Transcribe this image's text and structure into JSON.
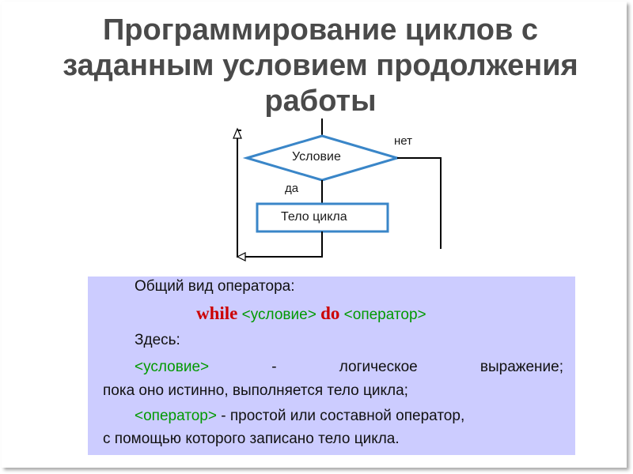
{
  "title": "Программирование циклов с\nзаданным условием продолжения\nработы",
  "flowchart": {
    "condition_label": "Условие",
    "yes_label": "да",
    "no_label": "нет",
    "body_label": "Тело цикла",
    "accent_color": "#3a86c8"
  },
  "panel": {
    "background": "#ccccff",
    "general_form_label": "Общий вид оператора:",
    "syntax": {
      "kw_while": "while",
      "condition": "<условие>",
      "kw_do": "do",
      "operator": "<оператор>"
    },
    "here_label": "Здесь:",
    "cond_desc": {
      "term": "<условие>",
      "dash": "-",
      "w1": "логическое",
      "w2": "выражение;",
      "line2": "пока оно истинно, выполняется тело цикла;"
    },
    "op_desc": {
      "term": "<оператор>",
      "rest": " - простой или составной оператор,",
      "line2": "с помощью которого записано тело цикла."
    }
  }
}
